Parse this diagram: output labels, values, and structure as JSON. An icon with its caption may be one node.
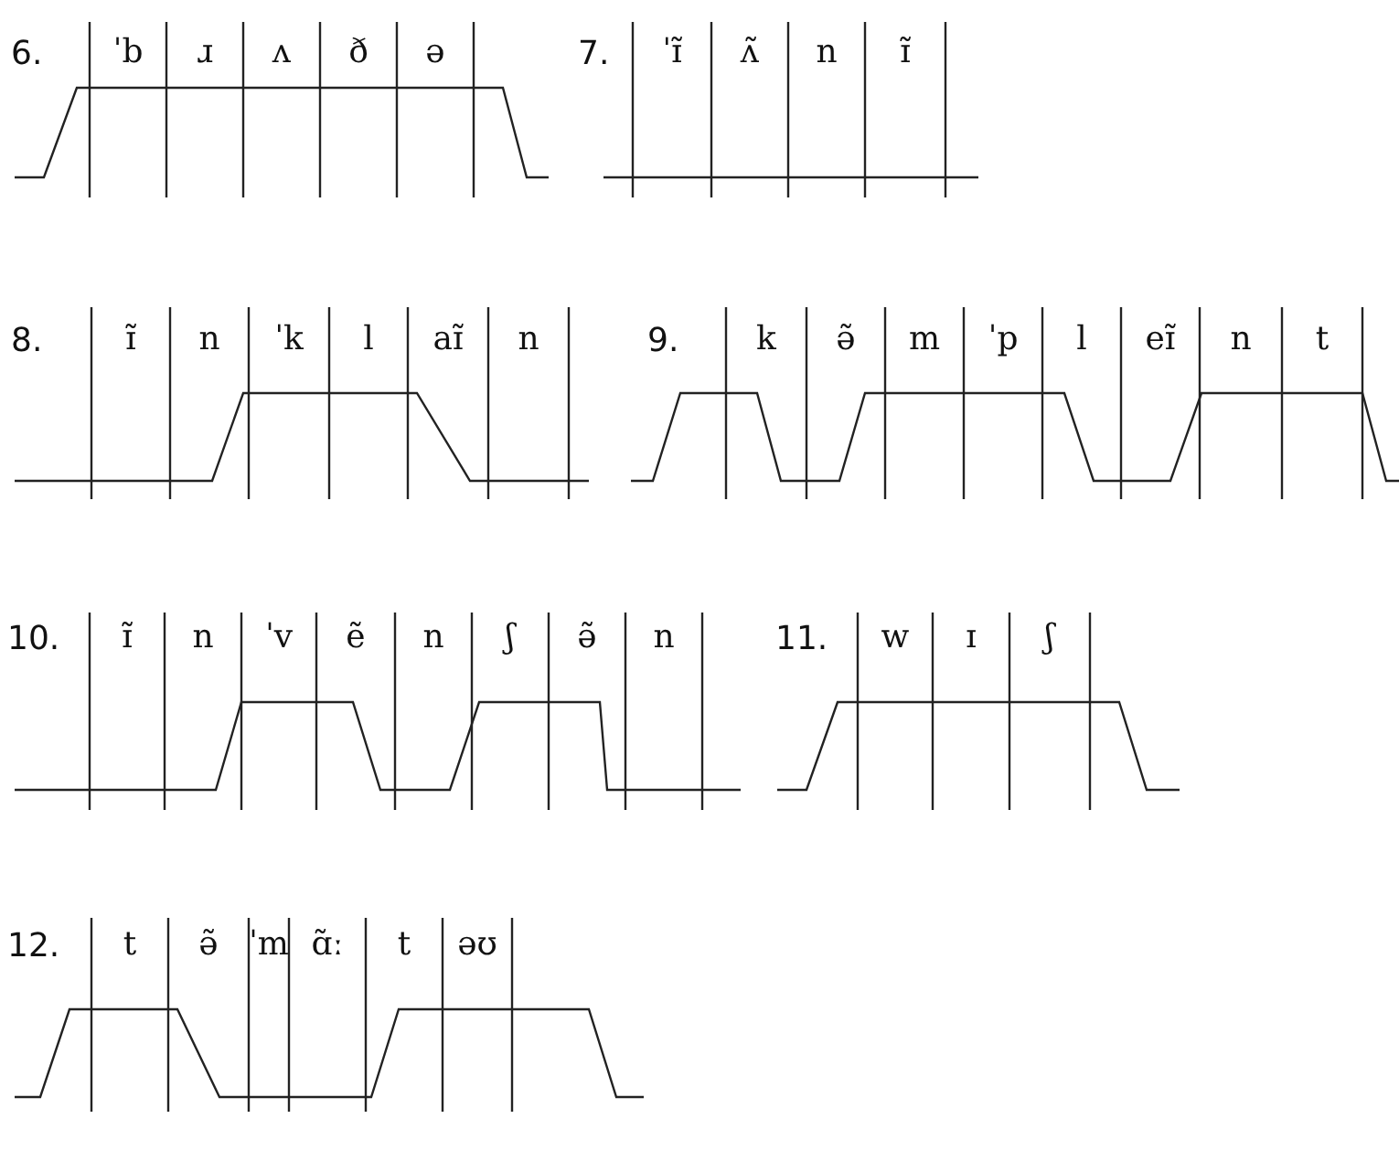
{
  "diagram": {
    "labels": [
      "6.",
      "ˈb",
      "ɹ",
      "ʌ",
      "ð",
      "ə",
      "7.",
      "ˈɪ̃",
      "ʌ̃",
      "n",
      "ɪ̃",
      "8.",
      "ɪ̃",
      "n",
      "ˈk",
      "l",
      "aɪ̃",
      "n",
      "9.",
      "k",
      "ə̃",
      "m",
      "ˈp",
      "l",
      "eɪ̃",
      "n",
      "t",
      "10.",
      "ɪ̃",
      "n",
      "ˈv",
      "ẽ",
      "n",
      "ʃ",
      "ə̃",
      "n",
      "11.",
      "w",
      "ɪ",
      "ʃ",
      "12.",
      "t",
      "ə̃",
      "ˈm",
      "ɑ̃ː",
      "t",
      "əʊ"
    ]
  }
}
